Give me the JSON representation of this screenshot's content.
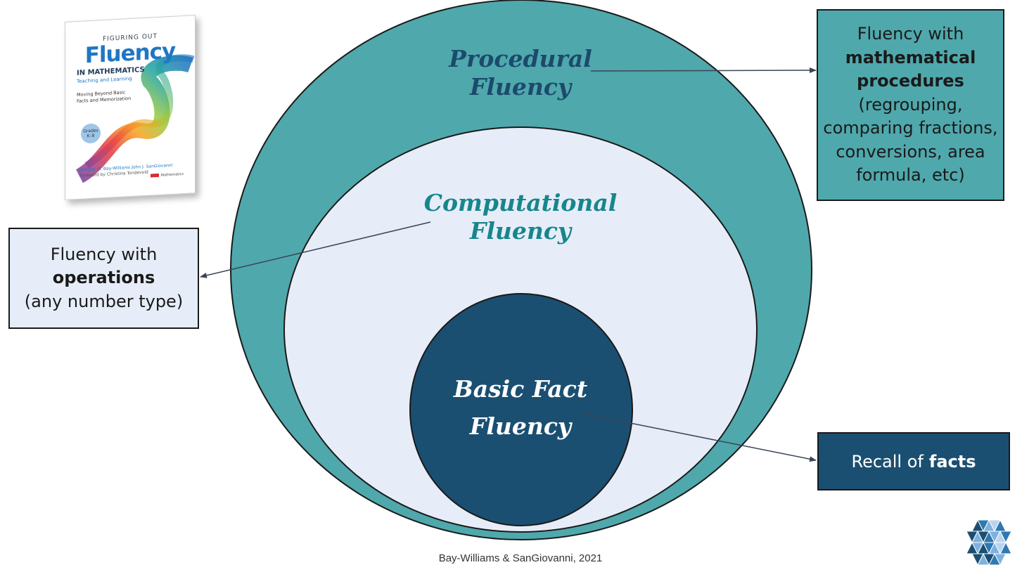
{
  "colors": {
    "procedural_fill": "#4fa8ac",
    "computational_fill": "#e7edf8",
    "basic_fill": "#1b4f71",
    "procedural_text": "#1c4a6c",
    "computational_text": "#17868c",
    "basic_text": "#ffffff",
    "procedural_box_fill": "#4fa8ac",
    "operations_box_fill": "#e7edf8",
    "facts_box_fill": "#1b4f71"
  },
  "circles": {
    "procedural": {
      "line1": "Procedural",
      "line2": "Fluency"
    },
    "computational": {
      "line1": "Computational",
      "line2": "Fluency"
    },
    "basic": {
      "line1": "Basic Fact",
      "line2": "Fluency"
    }
  },
  "boxes": {
    "procedural": {
      "prefix": "Fluency with",
      "bold": "mathematical procedures",
      "suffix": "(regrouping, comparing fractions, conversions, area formula, etc)"
    },
    "operations": {
      "prefix": "Fluency with",
      "bold": "operations",
      "suffix": "(any number type)"
    },
    "facts": {
      "prefix": "Recall of",
      "bold": "facts"
    }
  },
  "book": {
    "top_line": "FIGURING OUT",
    "title": "Fluency",
    "subtitle": "IN MATHEMATICS",
    "subtitle2": "Teaching and Learning",
    "description": "Moving Beyond Basic Facts and Memorization",
    "grades": "Grades K–8",
    "authors": "Jennifer M. Bay-Williams John J. SanGiovanni",
    "foreword": "Foreword by Christina Tondevold",
    "publisher": "Mathematics"
  },
  "credit": "Bay-Williams & SanGiovanni, 2021",
  "logo_icon": "triangle-mosaic-logo-icon"
}
